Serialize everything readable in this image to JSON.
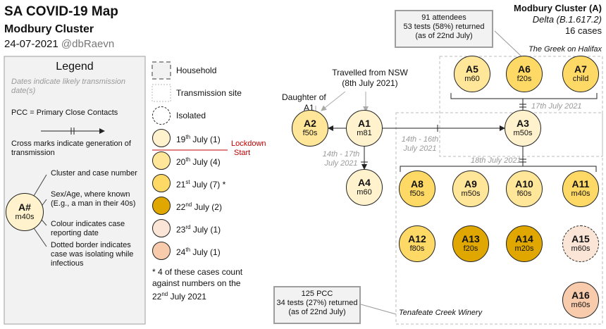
{
  "header": {
    "title": "SA COVID-19 Map",
    "subtitle": "Modbury Cluster",
    "date": "24-07-2021",
    "handle": "@dbRaevn"
  },
  "legend_box": {
    "heading": "Legend",
    "note": "Dates indicate likely transmission date(s)",
    "pcc": "PCC = Primary Close Contacts",
    "cross_marks": "Cross marks indicate generation of transmission",
    "sample_id": "A#",
    "sample_sub": "m40s",
    "callout_cluster": "Cluster and case number",
    "callout_sex_age": "Sex/Age, where known (E.g., a man in their 40s)",
    "callout_colour": "Colour indicates case reporting date",
    "callout_dotted": "Dotted border indicates case was isolating while infectious"
  },
  "key": {
    "household": "Household",
    "transmission_site": "Transmission site",
    "isolated": "Isolated",
    "dates": [
      {
        "pre": "19",
        "sup": "th",
        "post": " July (1)",
        "color": "#fff2cc"
      },
      {
        "pre": "20",
        "sup": "th",
        "post": " July (4)",
        "color": "#ffe699"
      },
      {
        "pre": "21",
        "sup": "st",
        "post": " July (7) *",
        "color": "#ffd966"
      },
      {
        "pre": "22",
        "sup": "nd",
        "post": " July (2)",
        "color": "#dfa700"
      },
      {
        "pre": "23",
        "sup": "rd",
        "post": " July (1)",
        "color": "#fbe5d6"
      },
      {
        "pre": "24",
        "sup": "th",
        "post": " July (1)",
        "color": "#f8cbad"
      }
    ],
    "lockdown_1": "Lockdown",
    "lockdown_2": "Start",
    "footnote_1": "* 4 of these cases count",
    "footnote_2": "against numbers on the",
    "footnote_3_pre": "22",
    "footnote_3_sup": "nd",
    "footnote_3_post": " July 2021"
  },
  "cluster_info": {
    "name": "Modbury Cluster (A)",
    "variant": "Delta (B.1.617.2)",
    "cases": "16 cases"
  },
  "greek_box": {
    "line1": "91 attendees",
    "line2": "53 tests (58%) returned",
    "line3": "(as of 22nd July)"
  },
  "pcc_box": {
    "line1": "125 PCC",
    "line2": "34 tests (27%) returned",
    "line3": "(as of 22nd July)"
  },
  "sites": {
    "greek": "The Greek on Halifax",
    "winery": "Tenafeate Creek Winery"
  },
  "annotations": {
    "travelled_1": "Travelled from NSW",
    "travelled_2": "(8th July 2021)",
    "daughter_1": "Daughter of",
    "daughter_2": "A1",
    "a1_dates_1": "14th - 17th",
    "a1_dates_2": "July 2021",
    "a3_dates_1": "14th - 16th",
    "a3_dates_2": "July 2021",
    "greek_date": "17th July 2021",
    "winery_date": "18th July 2021"
  },
  "cases": [
    {
      "id": "A1",
      "sub": "m81",
      "date": "19 July"
    },
    {
      "id": "A2",
      "sub": "f50s",
      "date": "20 July"
    },
    {
      "id": "A3",
      "sub": "m50s",
      "date": "19 July"
    },
    {
      "id": "A4",
      "sub": "m60",
      "date": "19 July"
    },
    {
      "id": "A5",
      "sub": "m60",
      "date": "20 July"
    },
    {
      "id": "A6",
      "sub": "f20s",
      "date": "21 July"
    },
    {
      "id": "A7",
      "sub": "child",
      "date": "21 July"
    },
    {
      "id": "A8",
      "sub": "f50s",
      "date": "21 July"
    },
    {
      "id": "A9",
      "sub": "m50s",
      "date": "20 July"
    },
    {
      "id": "A10",
      "sub": "f60s",
      "date": "20 July"
    },
    {
      "id": "A11",
      "sub": "m40s",
      "date": "21 July"
    },
    {
      "id": "A12",
      "sub": "f80s",
      "date": "21 July"
    },
    {
      "id": "A13",
      "sub": "f20s",
      "date": "22 July"
    },
    {
      "id": "A14",
      "sub": "m20s",
      "date": "22 July"
    },
    {
      "id": "A15",
      "sub": "m60s",
      "date": "23 July"
    },
    {
      "id": "A16",
      "sub": "m60s",
      "date": "24 July"
    }
  ]
}
